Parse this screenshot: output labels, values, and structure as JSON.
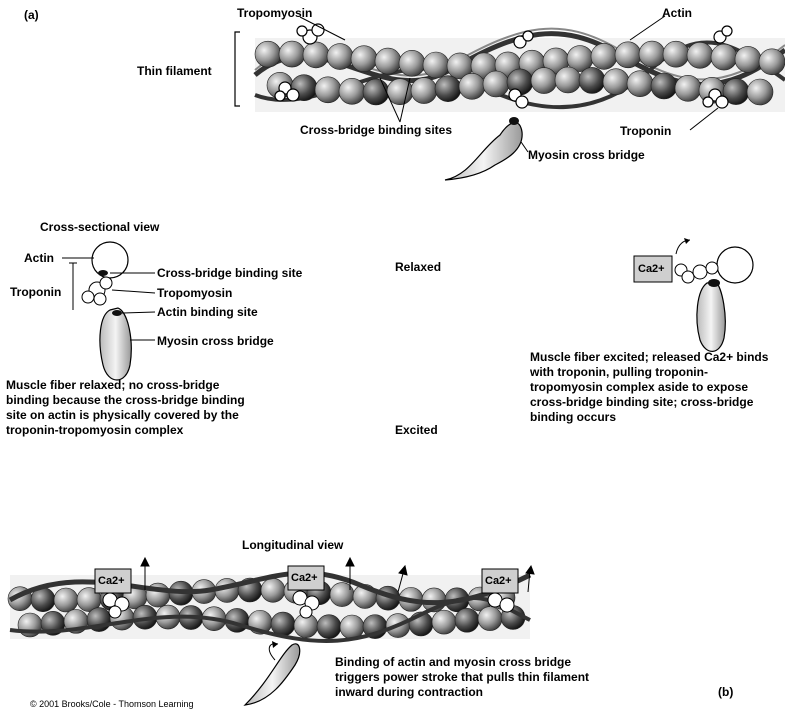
{
  "panel_a": {
    "letter": "(a)",
    "labels": {
      "tropomyosin": "Tropomyosin",
      "actin": "Actin",
      "thin_filament": "Thin filament",
      "cross_bridge_binding_sites": "Cross-bridge binding sites",
      "troponin": "Troponin",
      "myosin_cross_bridge": "Myosin cross bridge"
    }
  },
  "panel_b": {
    "letter": "(b)",
    "cross_section": {
      "title": "Cross-sectional view",
      "actin": "Actin",
      "troponin": "Troponin",
      "cross_bridge_binding_site": "Cross-bridge binding site",
      "tropomyosin": "Tropomyosin",
      "actin_binding_site": "Actin binding site",
      "myosin_cross_bridge": "Myosin cross bridge"
    },
    "state_relaxed": "Relaxed",
    "state_excited": "Excited",
    "relaxed_caption": "Muscle fiber relaxed; no cross-bridge binding because the cross-bridge binding site on actin is physically covered by the troponin-tropomyosin complex",
    "excited_caption": "Muscle fiber excited; released Ca2+ binds with troponin, pulling troponin-tropomyosin complex aside to expose cross-bridge binding site; cross-bridge binding occurs",
    "calcium_label": "Ca2+",
    "longitudinal_title": "Longitudinal view",
    "power_stroke_caption": "Binding of actin and myosin cross bridge triggers power stroke that pulls thin filament inward during contraction"
  },
  "copyright": "© 2001 Brooks/Cole - Thomson Learning"
}
